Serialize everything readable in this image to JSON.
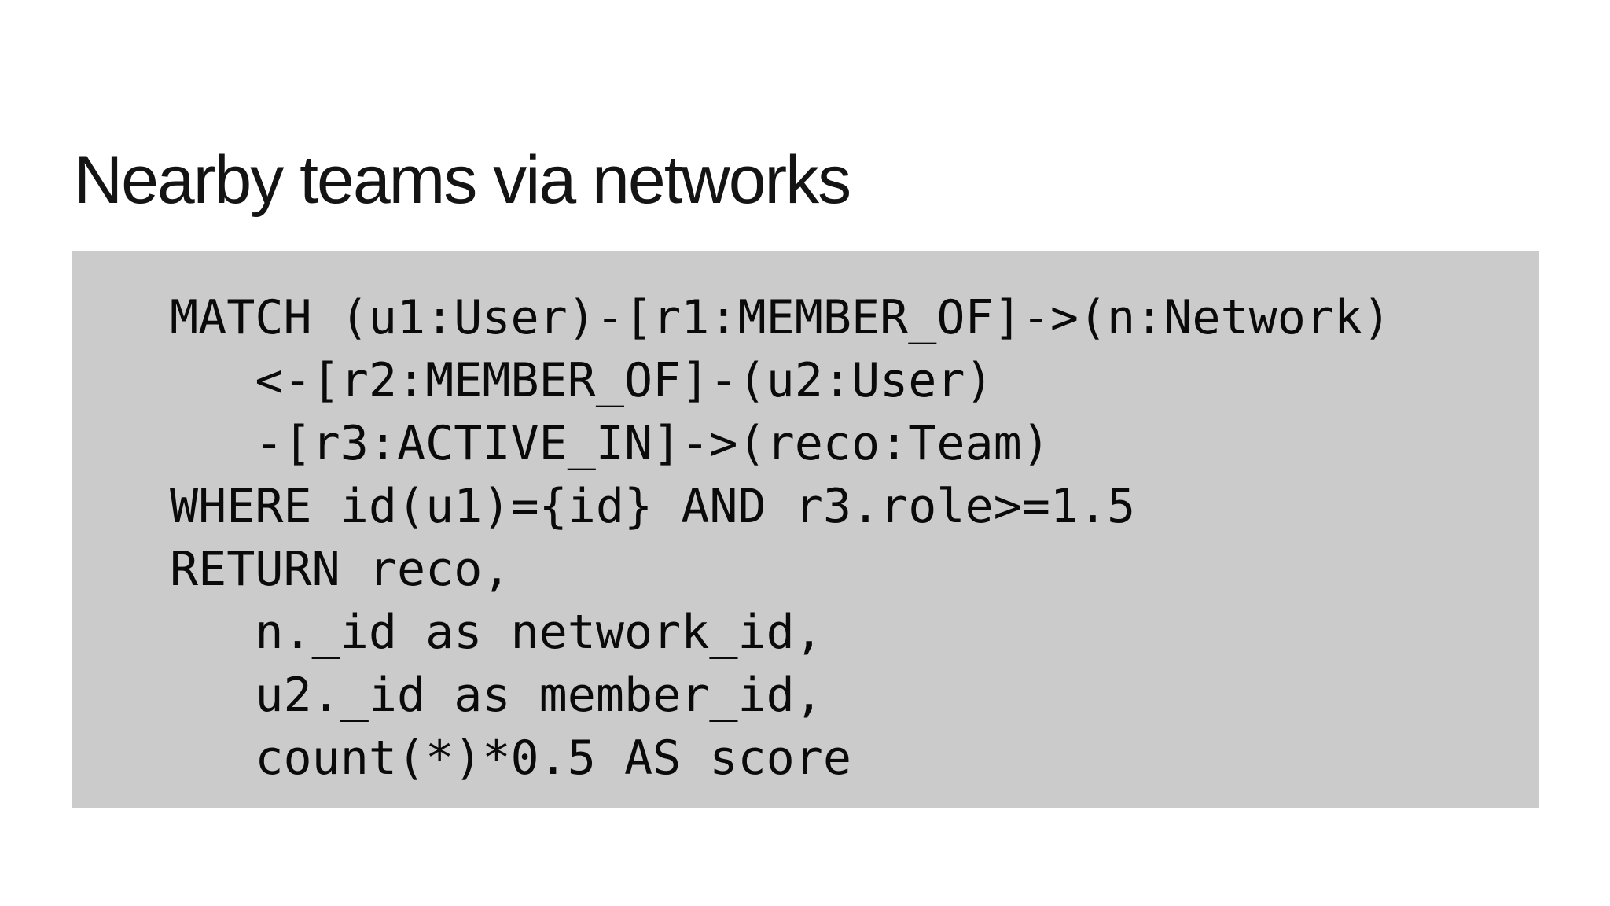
{
  "slide": {
    "title": "Nearby teams via networks"
  },
  "code_block": {
    "language": "cypher",
    "lines": [
      "MATCH (u1:User)-[r1:MEMBER_OF]->(n:Network)",
      "   <-[r2:MEMBER_OF]-(u2:User)",
      "   -[r3:ACTIVE_IN]->(reco:Team)",
      "WHERE id(u1)={id} AND r3.role>=1.5",
      "RETURN reco,",
      "   n._id as network_id,",
      "   u2._id as member_id,",
      "   count(*)*0.5 AS score"
    ]
  },
  "colors": {
    "slide_background": "#ffffff",
    "code_background": "#cbcbcb",
    "title_text": "#141414",
    "code_text": "#0a0a0a"
  }
}
